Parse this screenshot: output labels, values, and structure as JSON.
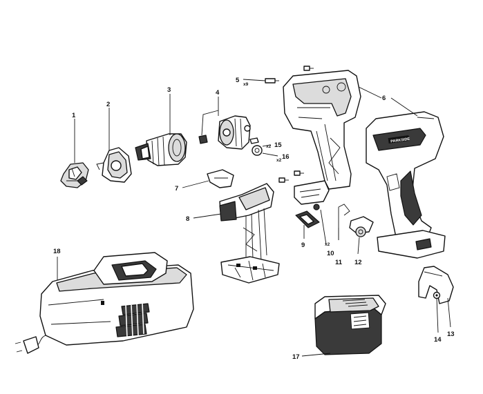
{
  "diagram": {
    "callouts": [
      {
        "id": "1",
        "label": "1"
      },
      {
        "id": "2",
        "label": "2"
      },
      {
        "id": "3",
        "label": "3"
      },
      {
        "id": "4",
        "label": "4"
      },
      {
        "id": "5",
        "label": "5",
        "qty": "x9"
      },
      {
        "id": "6",
        "label": "6"
      },
      {
        "id": "7",
        "label": "7"
      },
      {
        "id": "8",
        "label": "8"
      },
      {
        "id": "9",
        "label": "9"
      },
      {
        "id": "10",
        "label": "10",
        "qty": "x2"
      },
      {
        "id": "11",
        "label": "11"
      },
      {
        "id": "12",
        "label": "12"
      },
      {
        "id": "13",
        "label": "13"
      },
      {
        "id": "14",
        "label": "14"
      },
      {
        "id": "15",
        "label": "15",
        "qty": "x2"
      },
      {
        "id": "16",
        "label": "16",
        "qty": "x2"
      },
      {
        "id": "17",
        "label": "17"
      },
      {
        "id": "18",
        "label": "18"
      }
    ],
    "brand_mark": "PARKSIDE"
  }
}
